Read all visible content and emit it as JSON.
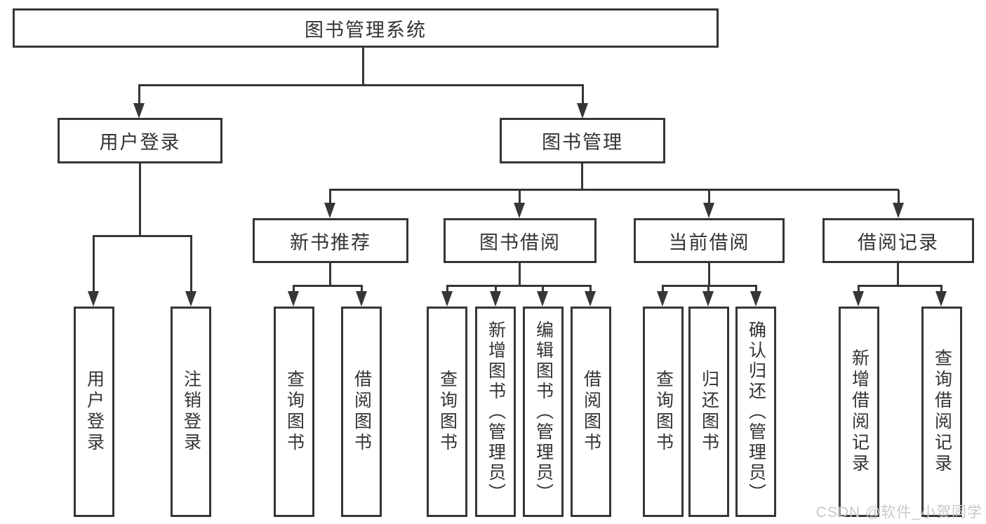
{
  "tree": {
    "root": {
      "label": "图书管理系统"
    },
    "branches": [
      {
        "label": "用户登录",
        "leaves": [
          {
            "label": "用户登录"
          },
          {
            "label": "注销登录"
          }
        ]
      },
      {
        "label": "图书管理",
        "groups": [
          {
            "label": "新书推荐",
            "leaves": [
              {
                "label": "查询图书"
              },
              {
                "label": "借阅图书"
              }
            ]
          },
          {
            "label": "图书借阅",
            "leaves": [
              {
                "label": "查询图书"
              },
              {
                "label": "新增图书（管理员）"
              },
              {
                "label": "编辑图书（管理员）"
              },
              {
                "label": "借阅图书"
              }
            ]
          },
          {
            "label": "当前借阅",
            "leaves": [
              {
                "label": "查询图书"
              },
              {
                "label": "归还图书"
              },
              {
                "label": "确认归还（管理员）"
              }
            ]
          },
          {
            "label": "借阅记录",
            "leaves": [
              {
                "label": "新增借阅记录"
              },
              {
                "label": "查询借阅记录"
              }
            ]
          }
        ]
      }
    ]
  },
  "watermark": {
    "text": "CSDN @软件_小贺同学",
    "color": "#c8c8c8"
  },
  "colors": {
    "line": "#363636",
    "box_border": "#363636",
    "box_background": "#ffffff",
    "text": "#333333",
    "watermark": "#c8c8c8"
  }
}
